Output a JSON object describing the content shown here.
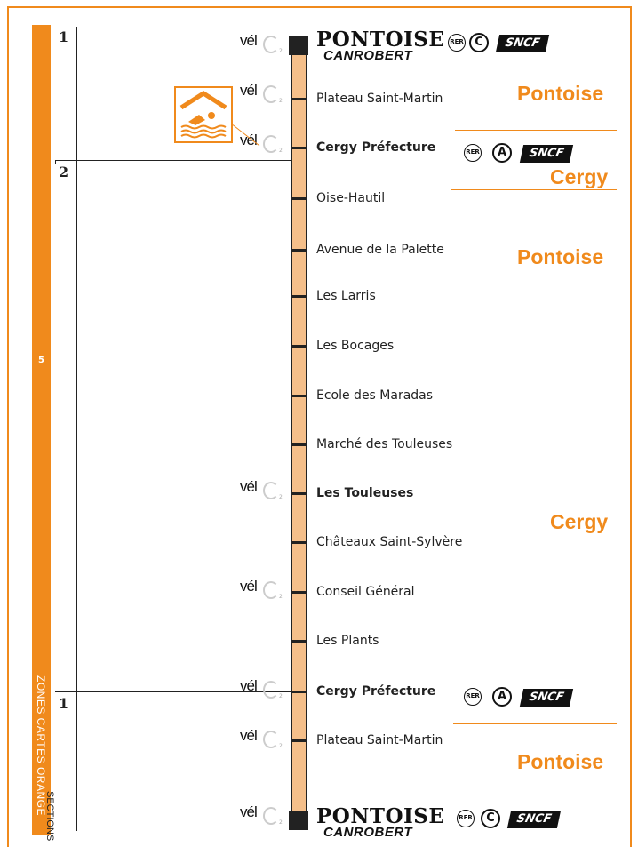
{
  "zone": {
    "number": "5",
    "label": "ZONES CARTES ORANGE"
  },
  "sections": {
    "label": "SECTIONS",
    "numbers": [
      "1",
      "2",
      "1"
    ]
  },
  "terminus_top": {
    "name": "PONTOISE",
    "sub": "CANROBERT",
    "line": "C"
  },
  "terminus_bottom": {
    "name": "PONTOISE",
    "sub": "CANROBERT",
    "line": "C"
  },
  "stops": [
    {
      "name": "Plateau Saint-Martin",
      "bold": false,
      "velo": true
    },
    {
      "name": "Cergy Préfecture",
      "bold": true,
      "velo": true,
      "rer": "A"
    },
    {
      "name": "Oise-Hautil",
      "bold": false,
      "velo": false
    },
    {
      "name": "Avenue de la Palette",
      "bold": false,
      "velo": false
    },
    {
      "name": "Les Larris",
      "bold": false,
      "velo": false
    },
    {
      "name": "Les Bocages",
      "bold": false,
      "velo": false
    },
    {
      "name": "Ecole des Maradas",
      "bold": false,
      "velo": false
    },
    {
      "name": "Marché des Touleuses",
      "bold": false,
      "velo": false
    },
    {
      "name": "Les Touleuses",
      "bold": true,
      "velo": true
    },
    {
      "name": "Châteaux Saint-Sylvère",
      "bold": false,
      "velo": false
    },
    {
      "name": "Conseil Général",
      "bold": false,
      "velo": true
    },
    {
      "name": "Les Plants",
      "bold": false,
      "velo": false
    },
    {
      "name": "Cergy Préfecture",
      "bold": true,
      "velo": true,
      "rer": "A"
    },
    {
      "name": "Plateau Saint-Martin",
      "bold": false,
      "velo": true
    }
  ],
  "communes": [
    "Pontoise",
    "Cergy",
    "Pontoise",
    "Cergy",
    "Pontoise"
  ],
  "badges": {
    "rer": "RER",
    "sncf": "SNCF",
    "velo": "vél",
    "velo_two": "2"
  },
  "icons": {
    "velo": "velo2-bike-share-icon",
    "pool": "swimming-pool-icon"
  },
  "colors": {
    "accent": "#f08a1c",
    "track": "#f5bf8a",
    "ink": "#222222"
  }
}
